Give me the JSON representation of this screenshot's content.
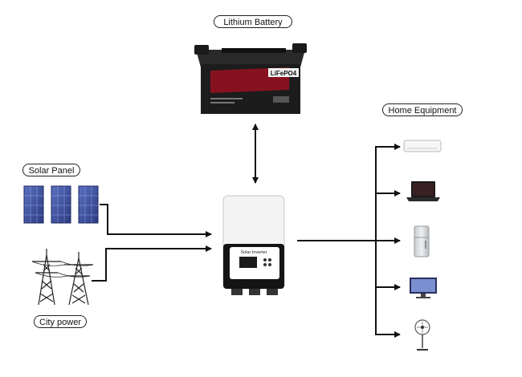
{
  "labels": {
    "battery": "Lithium Battery",
    "solar": "Solar Panel",
    "city": "City power",
    "home": "Home Equipment"
  },
  "battery": {
    "brand": "LiFePO4"
  },
  "inverter": {
    "brand": "Solar Inverter"
  },
  "equipment": [
    "air conditioner",
    "laptop",
    "refrigerator",
    "television",
    "fan"
  ],
  "colors": {
    "line": "#111111",
    "battery_body": "#1c1c1c",
    "battery_accent": "#9a1020",
    "panel_blue": "#3a4fa0"
  }
}
